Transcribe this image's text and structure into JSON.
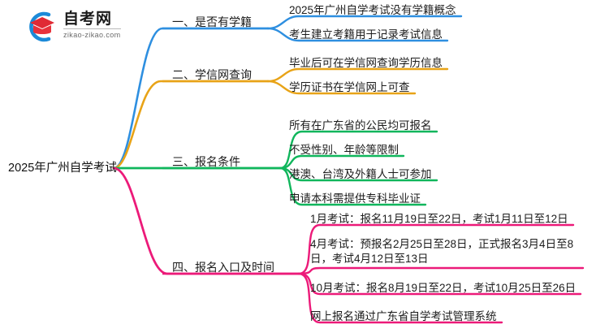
{
  "logo": {
    "title": "自考网",
    "domain": "zikao-zikao.com",
    "mark_icon": "graduation-cap-logo-icon",
    "ring_color": "#1c8ad8",
    "cap_color": "#e02a35"
  },
  "mindmap": {
    "root": {
      "label": "2025年广州自学考试"
    },
    "branches": [
      {
        "label": "一、是否有学籍",
        "color": "#2e8fe0",
        "children": [
          {
            "label": "2025年广州自学考试没有学籍概念"
          },
          {
            "label": "考生建立考籍用于记录考试信息"
          }
        ]
      },
      {
        "label": "二、学信网查询",
        "color": "#e8a317",
        "children": [
          {
            "label": "毕业后可在学信网查询学历信息"
          },
          {
            "label": "学历证书在学信网上可查"
          }
        ]
      },
      {
        "label": "三、报名条件",
        "color": "#10b65c",
        "children": [
          {
            "label": "所有在广东省的公民均可报名"
          },
          {
            "label": "不受性别、年龄等限制"
          },
          {
            "label": "港澳、台湾及外籍人士可参加"
          },
          {
            "label": "申请本科需提供专科毕业证"
          }
        ]
      },
      {
        "label": "四、报名入口及时间",
        "color": "#ec1a79",
        "children": [
          {
            "label": "1月考试：报名11月19日至22日，考试1月11日至12日"
          },
          {
            "label": "4月考试：预报名2月25日至28日，正式报名3月4日至8日，考试4月12日至13日"
          },
          {
            "label": "10月考试：报名8月19日至22日，考试10月25日至26日"
          },
          {
            "label": "网上报名通过广东省自学考试管理系统"
          }
        ]
      }
    ]
  }
}
